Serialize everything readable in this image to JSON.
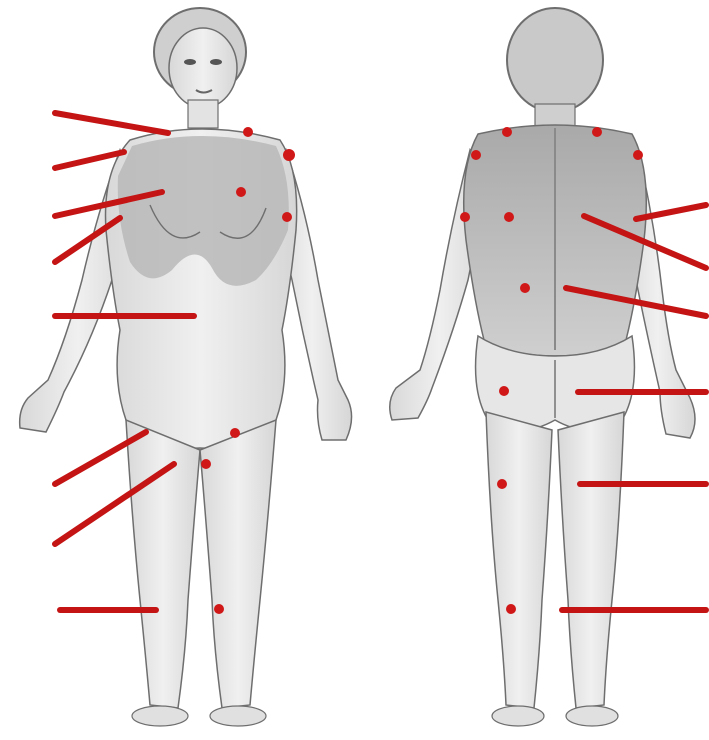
{
  "colors": {
    "background": "#ffffff",
    "skin": "#e8e8e8",
    "skin_shade": "#cfcfcf",
    "shaded_region": "#b5b5b5",
    "outline": "#6e6e6e",
    "marker": "#d01818",
    "leader_line": "#c41414"
  },
  "figures": [
    {
      "view": "front",
      "points": [
        "neck",
        "shoulder",
        "chest",
        "upper-arm",
        "thigh-inner",
        "thigh-lower",
        "knee"
      ]
    },
    {
      "view": "back",
      "points": [
        "shoulder-left",
        "shoulder-right",
        "upper-arm-left",
        "upper-arm-right",
        "scapula-left",
        "scapula-right",
        "lower-back",
        "buttock",
        "thigh",
        "calf"
      ]
    }
  ]
}
